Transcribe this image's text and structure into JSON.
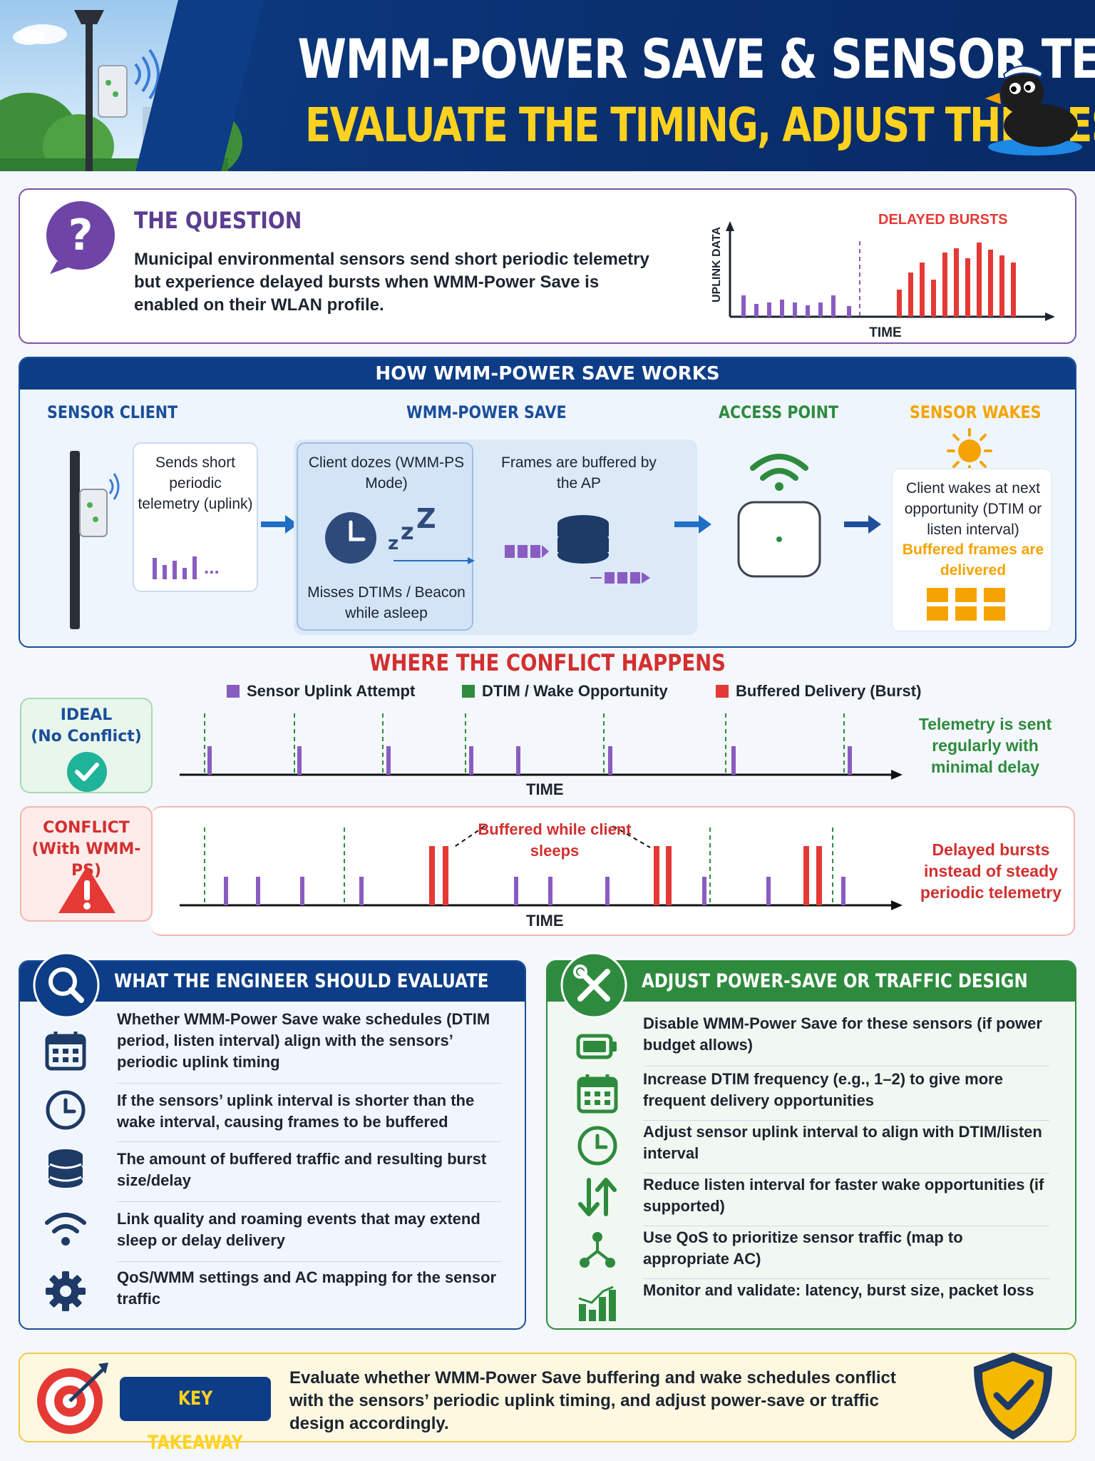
{
  "header": {
    "title": "WMM-POWER SAVE & SENSOR TELEMETRY",
    "subtitle": "EVALUATE THE TIMING, ADJUST THE DESIGN"
  },
  "question": {
    "title": "THE QUESTION",
    "text": "Municipal environmental sensors send short periodic telemetry but experience delayed bursts when WMM-Power Save is enabled on their WLAN profile.",
    "mini_chart": {
      "annotation": "DELAYED BURSTS",
      "ylabel": "UPLINK DATA",
      "xlabel": "TIME"
    }
  },
  "how": {
    "band": "HOW WMM-POWER SAVE WORKS",
    "col_sensor": "SENSOR CLIENT",
    "col_wmm": "WMM-POWER SAVE",
    "col_ap": "ACCESS POINT",
    "col_wakes": "SENSOR WAKES",
    "sends_text": "Sends short periodic telemetry (uplink)",
    "dozes_text": "Client dozes (WMM-PS Mode)",
    "misses_text": "Misses DTIMs / Beacon while asleep",
    "buffered_text": "Frames are buffered by the AP",
    "wakes_text": "Client wakes at next opportunity (DTIM or listen interval)",
    "delivered_text": "Buffered frames are delivered",
    "ellipsis": "..."
  },
  "conflict": {
    "title": "WHERE THE CONFLICT HAPPENS",
    "legend": {
      "uplink": "Sensor Uplink Attempt",
      "dtim": "DTIM / Wake Opportunity",
      "burst": "Buffered Delivery (Burst)"
    },
    "ideal_label": "IDEAL",
    "ideal_sub": "(No Conflict)",
    "ideal_note": "Telemetry is sent regularly with minimal delay",
    "conflict_label": "CONFLICT",
    "conflict_sub": "(With WMM-PS)",
    "conflict_note": "Delayed bursts instead of steady periodic telemetry",
    "buffered_annotation": "Buffered while client sleeps",
    "axis_label": "TIME"
  },
  "evaluate": {
    "title": "WHAT THE ENGINEER SHOULD EVALUATE",
    "items": [
      {
        "icon": "calendar-icon",
        "text": "Whether WMM-Power Save wake schedules (DTIM period, listen interval) align with the sensors’ periodic uplink timing"
      },
      {
        "icon": "clock-icon",
        "text": "If the sensors’ uplink interval is shorter than the wake interval, causing frames to be buffered"
      },
      {
        "icon": "database-icon",
        "text": "The amount of buffered traffic and resulting burst size/delay"
      },
      {
        "icon": "wifi-icon",
        "text": "Link quality and roaming events that may extend sleep or delay delivery"
      },
      {
        "icon": "gear-icon",
        "text": "QoS/WMM settings and AC mapping for the sensor traffic"
      }
    ]
  },
  "adjust": {
    "title": "ADJUST POWER-SAVE OR TRAFFIC DESIGN",
    "items": [
      {
        "icon": "battery-icon",
        "text": "Disable WMM-Power Save for these sensors (if power budget allows)"
      },
      {
        "icon": "calendar-icon",
        "text": "Increase DTIM frequency (e.g., 1–2) to give more frequent delivery opportunities"
      },
      {
        "icon": "clock-icon",
        "text": "Adjust sensor uplink interval to align with DTIM/listen interval"
      },
      {
        "icon": "up-down-arrows-icon",
        "text": "Reduce listen interval for faster wake opportunities (if supported)"
      },
      {
        "icon": "network-icon",
        "text": "Use QoS to prioritize sensor traffic (map to appropriate AC)"
      },
      {
        "icon": "bar-chart-icon",
        "text": "Monitor and validate: latency, burst size, packet loss"
      }
    ]
  },
  "takeaway": {
    "label": "KEY TAKEAWAY",
    "text": "Evaluate whether WMM-Power Save buffering and wake schedules conflict with the sensors’ periodic uplink timing, and adjust power-save or traffic design accordingly."
  },
  "colors": {
    "navy": "#0d3d86",
    "purple": "#8a5cc2",
    "green": "#2e8b3e",
    "red": "#e53935",
    "orange": "#f5a300",
    "yellow": "#ffd21f"
  },
  "chart_data": {
    "type": "timeline",
    "ideal": {
      "dtim": [
        287,
        413,
        537,
        653,
        847,
        1018,
        1184
      ],
      "uplink": [
        294,
        420,
        545,
        661,
        727,
        856,
        1029,
        1192
      ]
    },
    "conflict": {
      "dtim": [
        287,
        483,
        996,
        1168
      ],
      "uplink": [
        317,
        362,
        424,
        507,
        724,
        772,
        852,
        988,
        1078,
        1183
      ],
      "burst": [
        606,
        625,
        921,
        938,
        1131,
        1149
      ]
    }
  }
}
